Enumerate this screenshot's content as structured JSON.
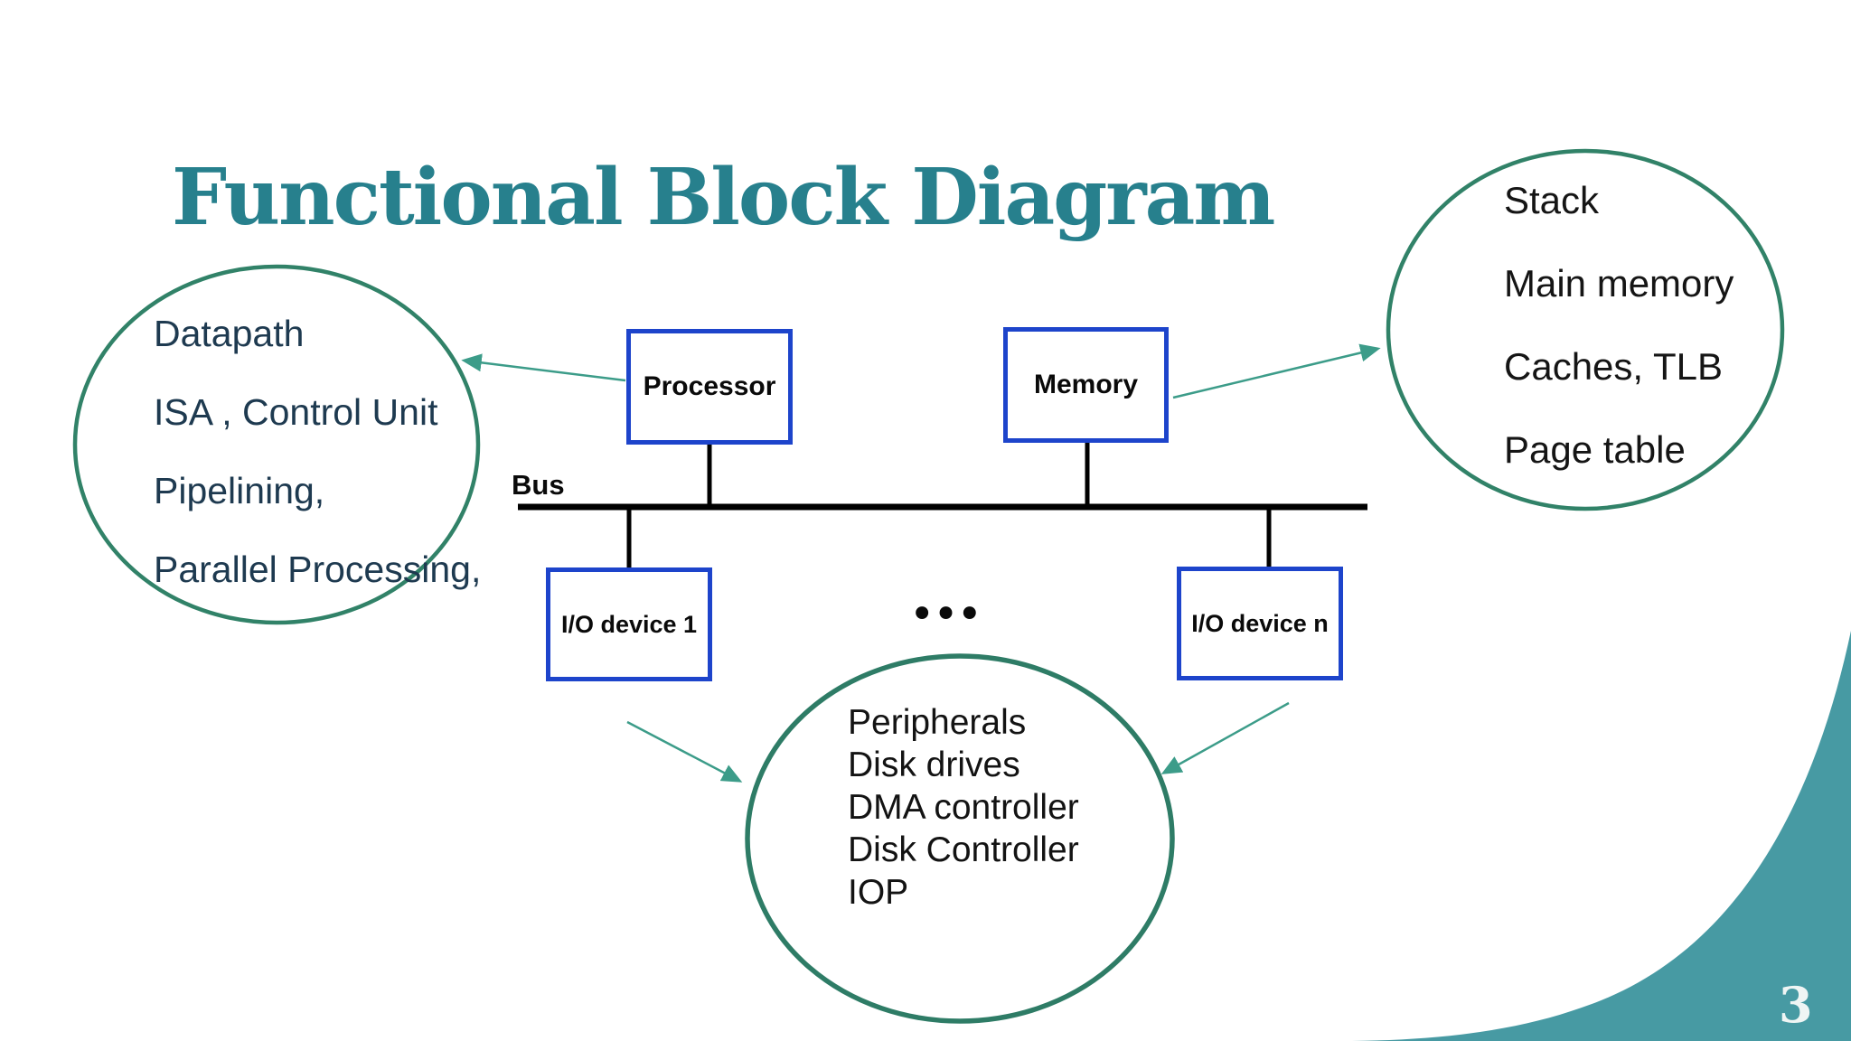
{
  "slide": {
    "title": "Functional Block Diagram",
    "page_number": "3",
    "colors": {
      "title_teal": "#27808D",
      "corner_swoosh_teal": "#479AA3",
      "circle_stroke_green": "#318268",
      "arrow_teal": "#3C9C89",
      "box_border_blue": "#1D44CB",
      "left_circle_text": "#1E3A50",
      "body_text": "#131313"
    }
  },
  "left_circle": {
    "lines": [
      "Datapath",
      "ISA , Control Unit",
      "Pipelining,",
      "Parallel Processing,"
    ]
  },
  "right_circle": {
    "lines": [
      "Stack",
      "Main memory",
      "Caches, TLB",
      "Page table"
    ]
  },
  "bottom_circle": {
    "lines": [
      "Peripherals",
      "Disk drives",
      "DMA controller",
      "Disk Controller",
      "IOP"
    ]
  },
  "diagram": {
    "bus_label": "Bus",
    "ellipsis": "•••",
    "boxes": [
      {
        "id": "processor",
        "label": "Processor"
      },
      {
        "id": "memory",
        "label": "Memory"
      },
      {
        "id": "io-device-1",
        "label": "I/O device 1"
      },
      {
        "id": "io-device-n",
        "label": "I/O device n"
      }
    ]
  }
}
